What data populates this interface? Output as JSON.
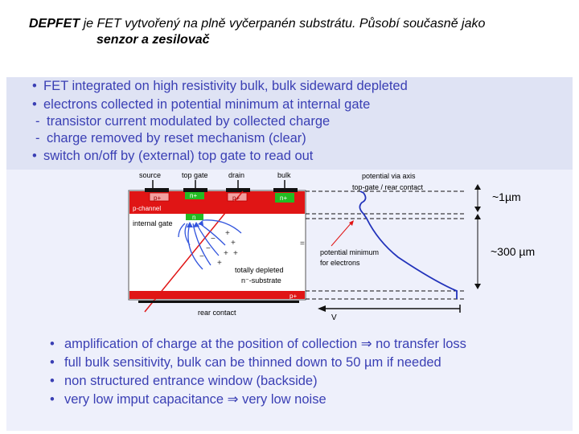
{
  "title": {
    "line1_bold": "DEPFET",
    "line1_rest": " je FET vytvořený na plně vyčerpanén substrátu. Působí  současně jako",
    "line2": "senzor a zesilovač"
  },
  "top_bullets": [
    {
      "mark": "•",
      "text": "FET integrated on high resistivity bulk,  bulk sideward depleted"
    },
    {
      "mark": "•",
      "text": "electrons collected in potential minimum at internal gate"
    },
    {
      "mark": "-",
      "text": "transistor current modulated by collected charge"
    },
    {
      "mark": "-",
      "text": "charge removed by reset mechanism (clear)"
    },
    {
      "mark": "•",
      "text": "switch on/off by (external) top gate to read out"
    }
  ],
  "diagram": {
    "contact_labels": [
      "source",
      "top gate",
      "drain",
      "bulk"
    ],
    "region_labels": [
      "p+",
      "n+",
      "p+",
      "n+"
    ],
    "p_channel": "p-channel",
    "n_label": "n",
    "internal_gate": "internal gate",
    "plus_signs": [
      "+",
      "+",
      "+",
      "+",
      "+"
    ],
    "minus_signs": [
      "−",
      "−",
      "−"
    ],
    "substrate_line1": "totally depleted",
    "substrate_line2": "n⁻-substrate",
    "bottom_p": "p+",
    "rear_contact": "rear contact",
    "potential_line1": "potential via  axis",
    "potential_line2": "top-gate / rear contact",
    "potential_min_line1": "potential minimum",
    "potential_min_line2": "for electrons",
    "dim_1um": "~1µm",
    "dim_300um": "~300  µm",
    "v_axis": "V",
    "colors": {
      "red": "#e01515",
      "green": "#22bb22",
      "blue_curve": "#2233bb",
      "arrow_blue": "#3355dd"
    }
  },
  "bottom_bullets": [
    {
      "text": "amplification of charge at the position of collection ⇒ no transfer loss"
    },
    {
      "text": "full bulk sensitivity, bulk can be thinned down to 50 µm if needed"
    },
    {
      "text": "non structured entrance window (backside)"
    },
    {
      "text": "very low imput capacitance ⇒ very low noise"
    }
  ]
}
